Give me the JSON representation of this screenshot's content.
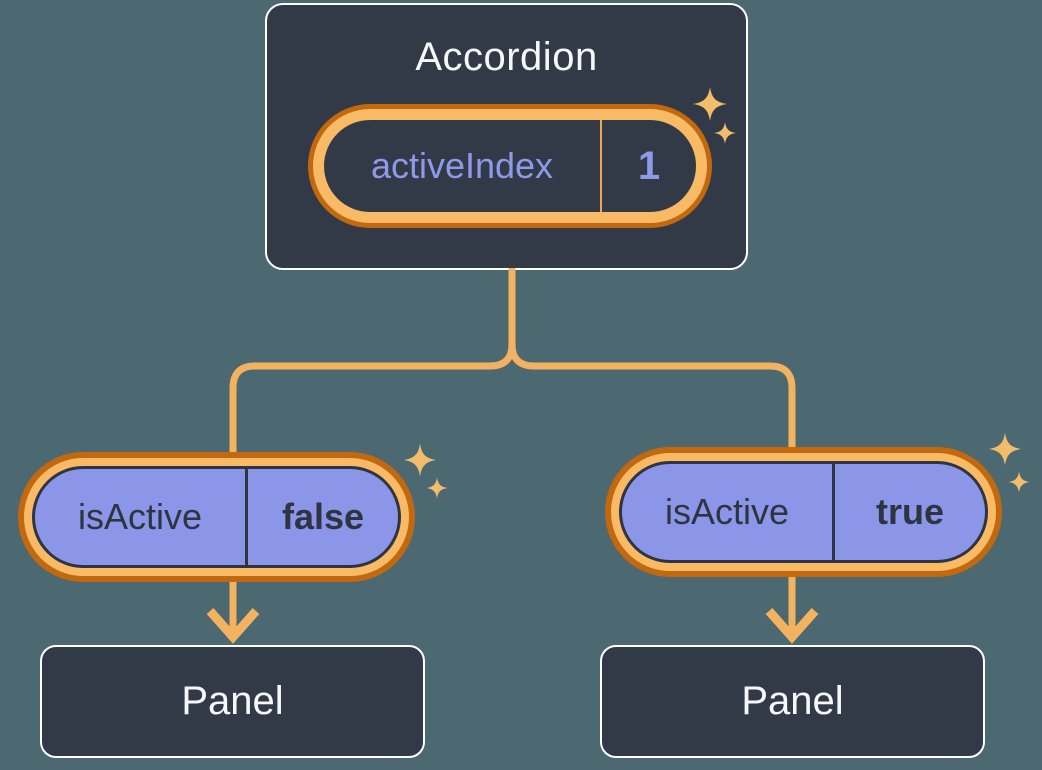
{
  "diagram": {
    "description": "Component tree showing lifted state: Accordion holds activeIndex state and passes isActive props down to two Panel children",
    "root": {
      "title": "Accordion",
      "state": {
        "name": "activeIndex",
        "value": "1"
      }
    },
    "children": [
      {
        "prop": {
          "name": "isActive",
          "value": "false"
        },
        "target": {
          "title": "Panel"
        }
      },
      {
        "prop": {
          "name": "isActive",
          "value": "true"
        },
        "target": {
          "title": "Panel"
        }
      }
    ]
  },
  "colors": {
    "background": "#4c6972",
    "node_fill": "#323947",
    "node_border": "#ffffff",
    "node_text": "#f6f7f9",
    "pill_ring_outer": "#c2690f",
    "pill_ring_inner": "#f8ba64",
    "state_pill_fill": "#323947",
    "state_pill_text": "#8e99ea",
    "state_pill_divider": "#eda74a",
    "prop_pill_fill": "#8b96e8",
    "prop_pill_text": "#2e3440",
    "connector": "#f3b25f",
    "sparkle": "#f2bd6b"
  }
}
